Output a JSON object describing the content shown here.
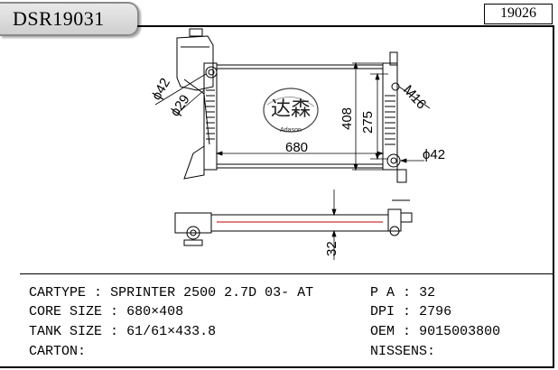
{
  "header": {
    "part_number": "DSR19031",
    "reference_number": "19026"
  },
  "drawing": {
    "dimensions": {
      "width": "680",
      "height_outer": "408",
      "height_core": "275",
      "inlet_diameter": "42",
      "filler_diameter": "29",
      "outlet_diameter": "42",
      "thread": "M16",
      "core_thickness": "32"
    },
    "logo": {
      "chinese": "达森",
      "brand": "Adason"
    }
  },
  "specs": {
    "cartype_label": "CARTYPE",
    "cartype_value": "SPRINTER 2500 2.7D 03- AT",
    "core_size_label": "CORE SIZE",
    "core_size_value": "680×408",
    "tank_size_label": "TANK SIZE",
    "tank_size_value": "61/61×433.8",
    "carton_label": "CARTON:",
    "pa_label": "P A",
    "pa_value": "32",
    "dpi_label": "DPI",
    "dpi_value": "2796",
    "oem_label": "OEM",
    "oem_value": "9015003800",
    "nissens_label": "NISSENS:",
    "separator": ":"
  }
}
